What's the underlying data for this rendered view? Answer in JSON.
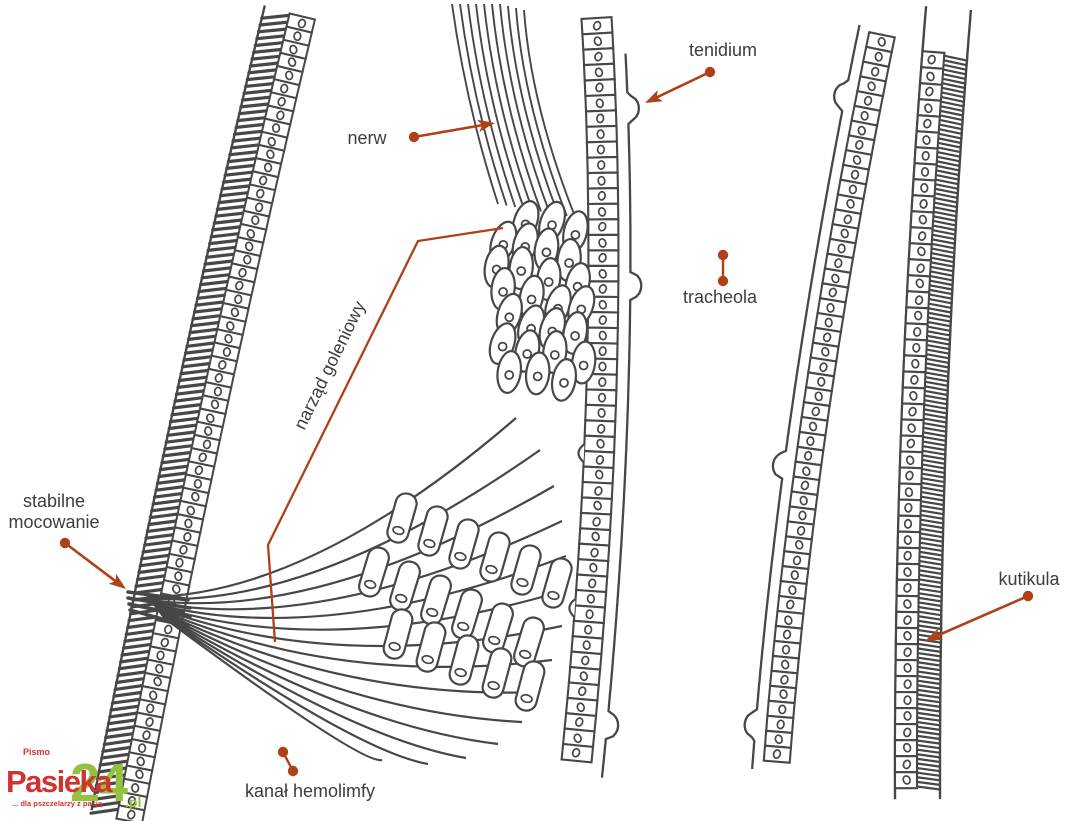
{
  "colors": {
    "accent": "#b04018",
    "label_text": "#3d3d3d",
    "sketch": "#474747",
    "logo_red": "#cf3430",
    "logo_green": "#95c23e"
  },
  "labels": {
    "tenidium": "tenidium",
    "nerw": "nerw",
    "narzad_goleniowy": "narząd goleniowy",
    "tracheola": "tracheola",
    "stabilne_mocowanie": {
      "line1": "stabilne",
      "line2": "mocowanie"
    },
    "kutikula": "kutikula",
    "kanal_hemolimfy": "kanał hemolimfy"
  },
  "logo": {
    "pismo": "Pismo",
    "name": "Pasieka",
    "number": "24",
    "domain": ".pl",
    "tagline": "... dla pszczelarzy z pasją"
  }
}
